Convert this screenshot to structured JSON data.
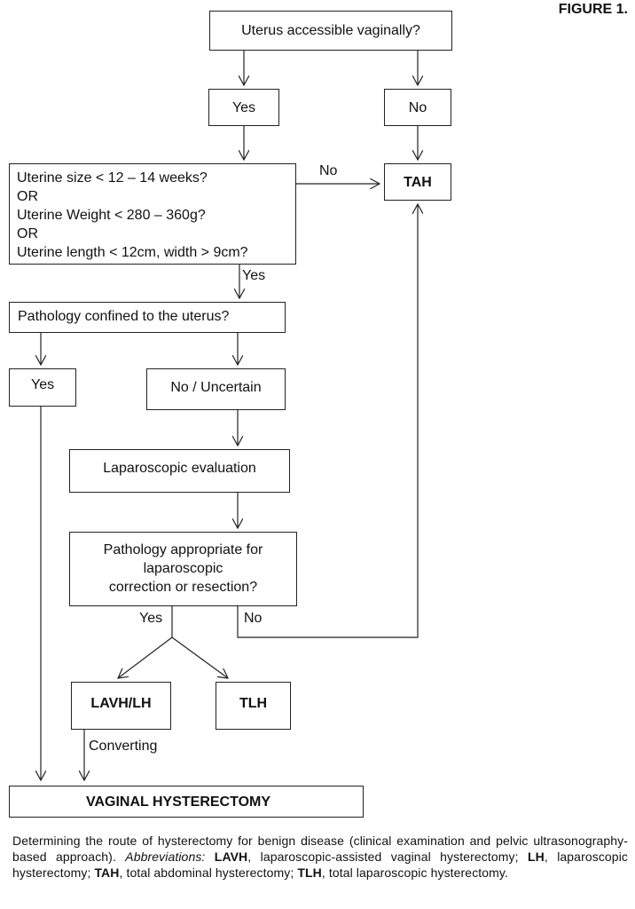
{
  "figure_label": "FIGURE 1.",
  "nodes": {
    "uterus_accessible": "Uterus accessible vaginally?",
    "yes_1": "Yes",
    "no_1": "No",
    "tah": "TAH",
    "size_criteria": [
      "Uterine size < 12 – 14 weeks?",
      "OR",
      "Uterine Weight < 280 – 360g?",
      "OR",
      "Uterine length < 12cm, width > 9cm?"
    ],
    "pathology_confined": "Pathology confined to the uterus?",
    "yes_2": "Yes",
    "no_uncertain": "No / Uncertain",
    "lap_evaluation": "Laparoscopic evaluation",
    "pathology_appropriate": [
      "Pathology appropriate for",
      "laparoscopic",
      "correction or resection?"
    ],
    "lavh_lh": "LAVH/LH",
    "tlh": "TLH",
    "vaginal_hysterectomy": "VAGINAL HYSTERECTOMY"
  },
  "edge_labels": {
    "size_no": "No",
    "size_yes": "Yes",
    "approp_yes": "Yes",
    "approp_no": "No",
    "converting": "Converting"
  },
  "caption": {
    "intro": "Determining the route of hysterectomy for benign disease (clinical examination and pelvic ultrasonography-based approach). ",
    "abbr_label": "Abbreviations:",
    "terms": [
      {
        "abbr": "LAVH",
        "def": "laparoscopic-assisted vaginal hysterectomy"
      },
      {
        "abbr": "LH",
        "def": "laparoscopic hysterectomy"
      },
      {
        "abbr": "TAH",
        "def": "total abdominal hysterectomy"
      },
      {
        "abbr": "TLH",
        "def": "total laparoscopic hysterectomy"
      }
    ]
  }
}
